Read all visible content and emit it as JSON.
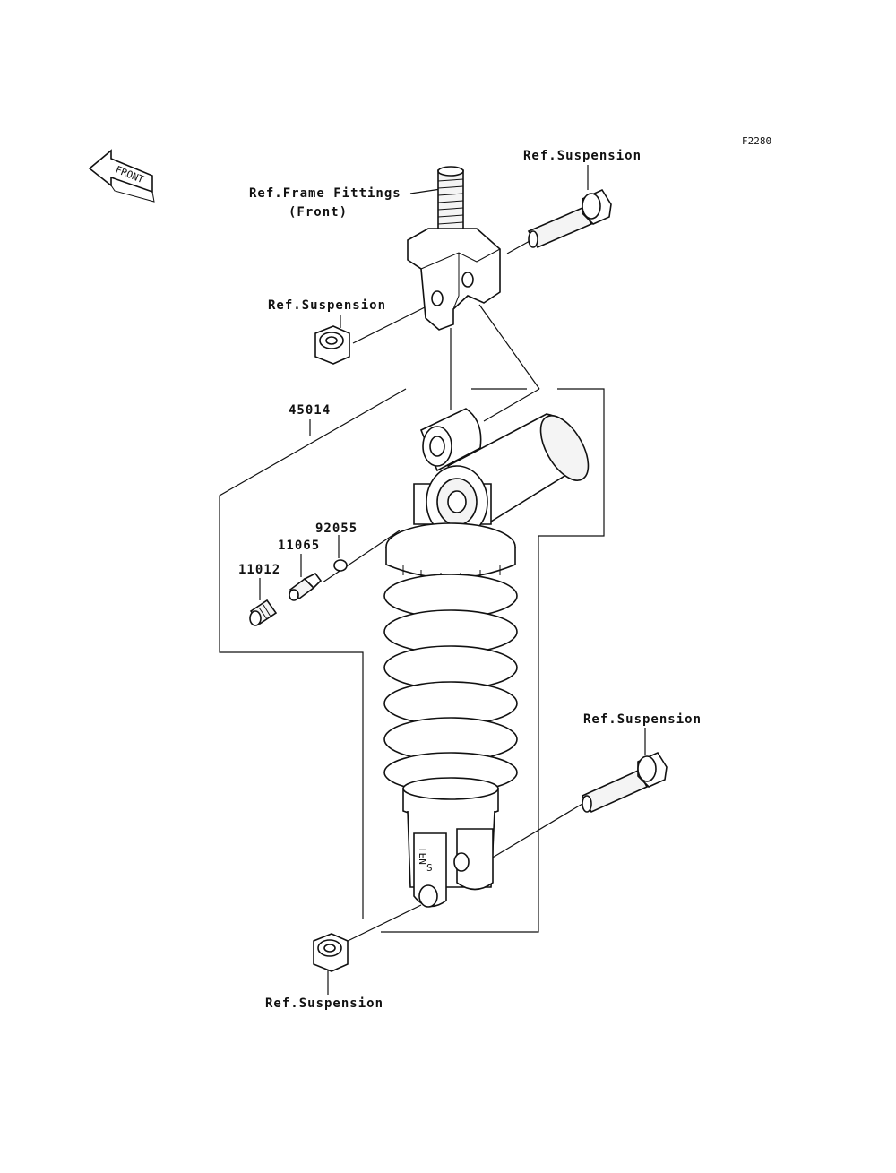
{
  "figure_code": "F2280",
  "front_arrow": {
    "label": "FRONT"
  },
  "labels": {
    "ref_frame_fittings": "Ref.Frame Fittings",
    "ref_frame_fittings_sub": "(Front)",
    "ref_suspension_top_right": "Ref.Suspension",
    "ref_suspension_top_left": "Ref.Suspension",
    "ref_suspension_bottom_right": "Ref.Suspension",
    "ref_suspension_bottom_left": "Ref.Suspension"
  },
  "parts": [
    {
      "number": "45014"
    },
    {
      "number": "92055"
    },
    {
      "number": "11065"
    },
    {
      "number": "11012"
    }
  ],
  "shock_marking": {
    "line1": "TEN",
    "line2": "S"
  }
}
